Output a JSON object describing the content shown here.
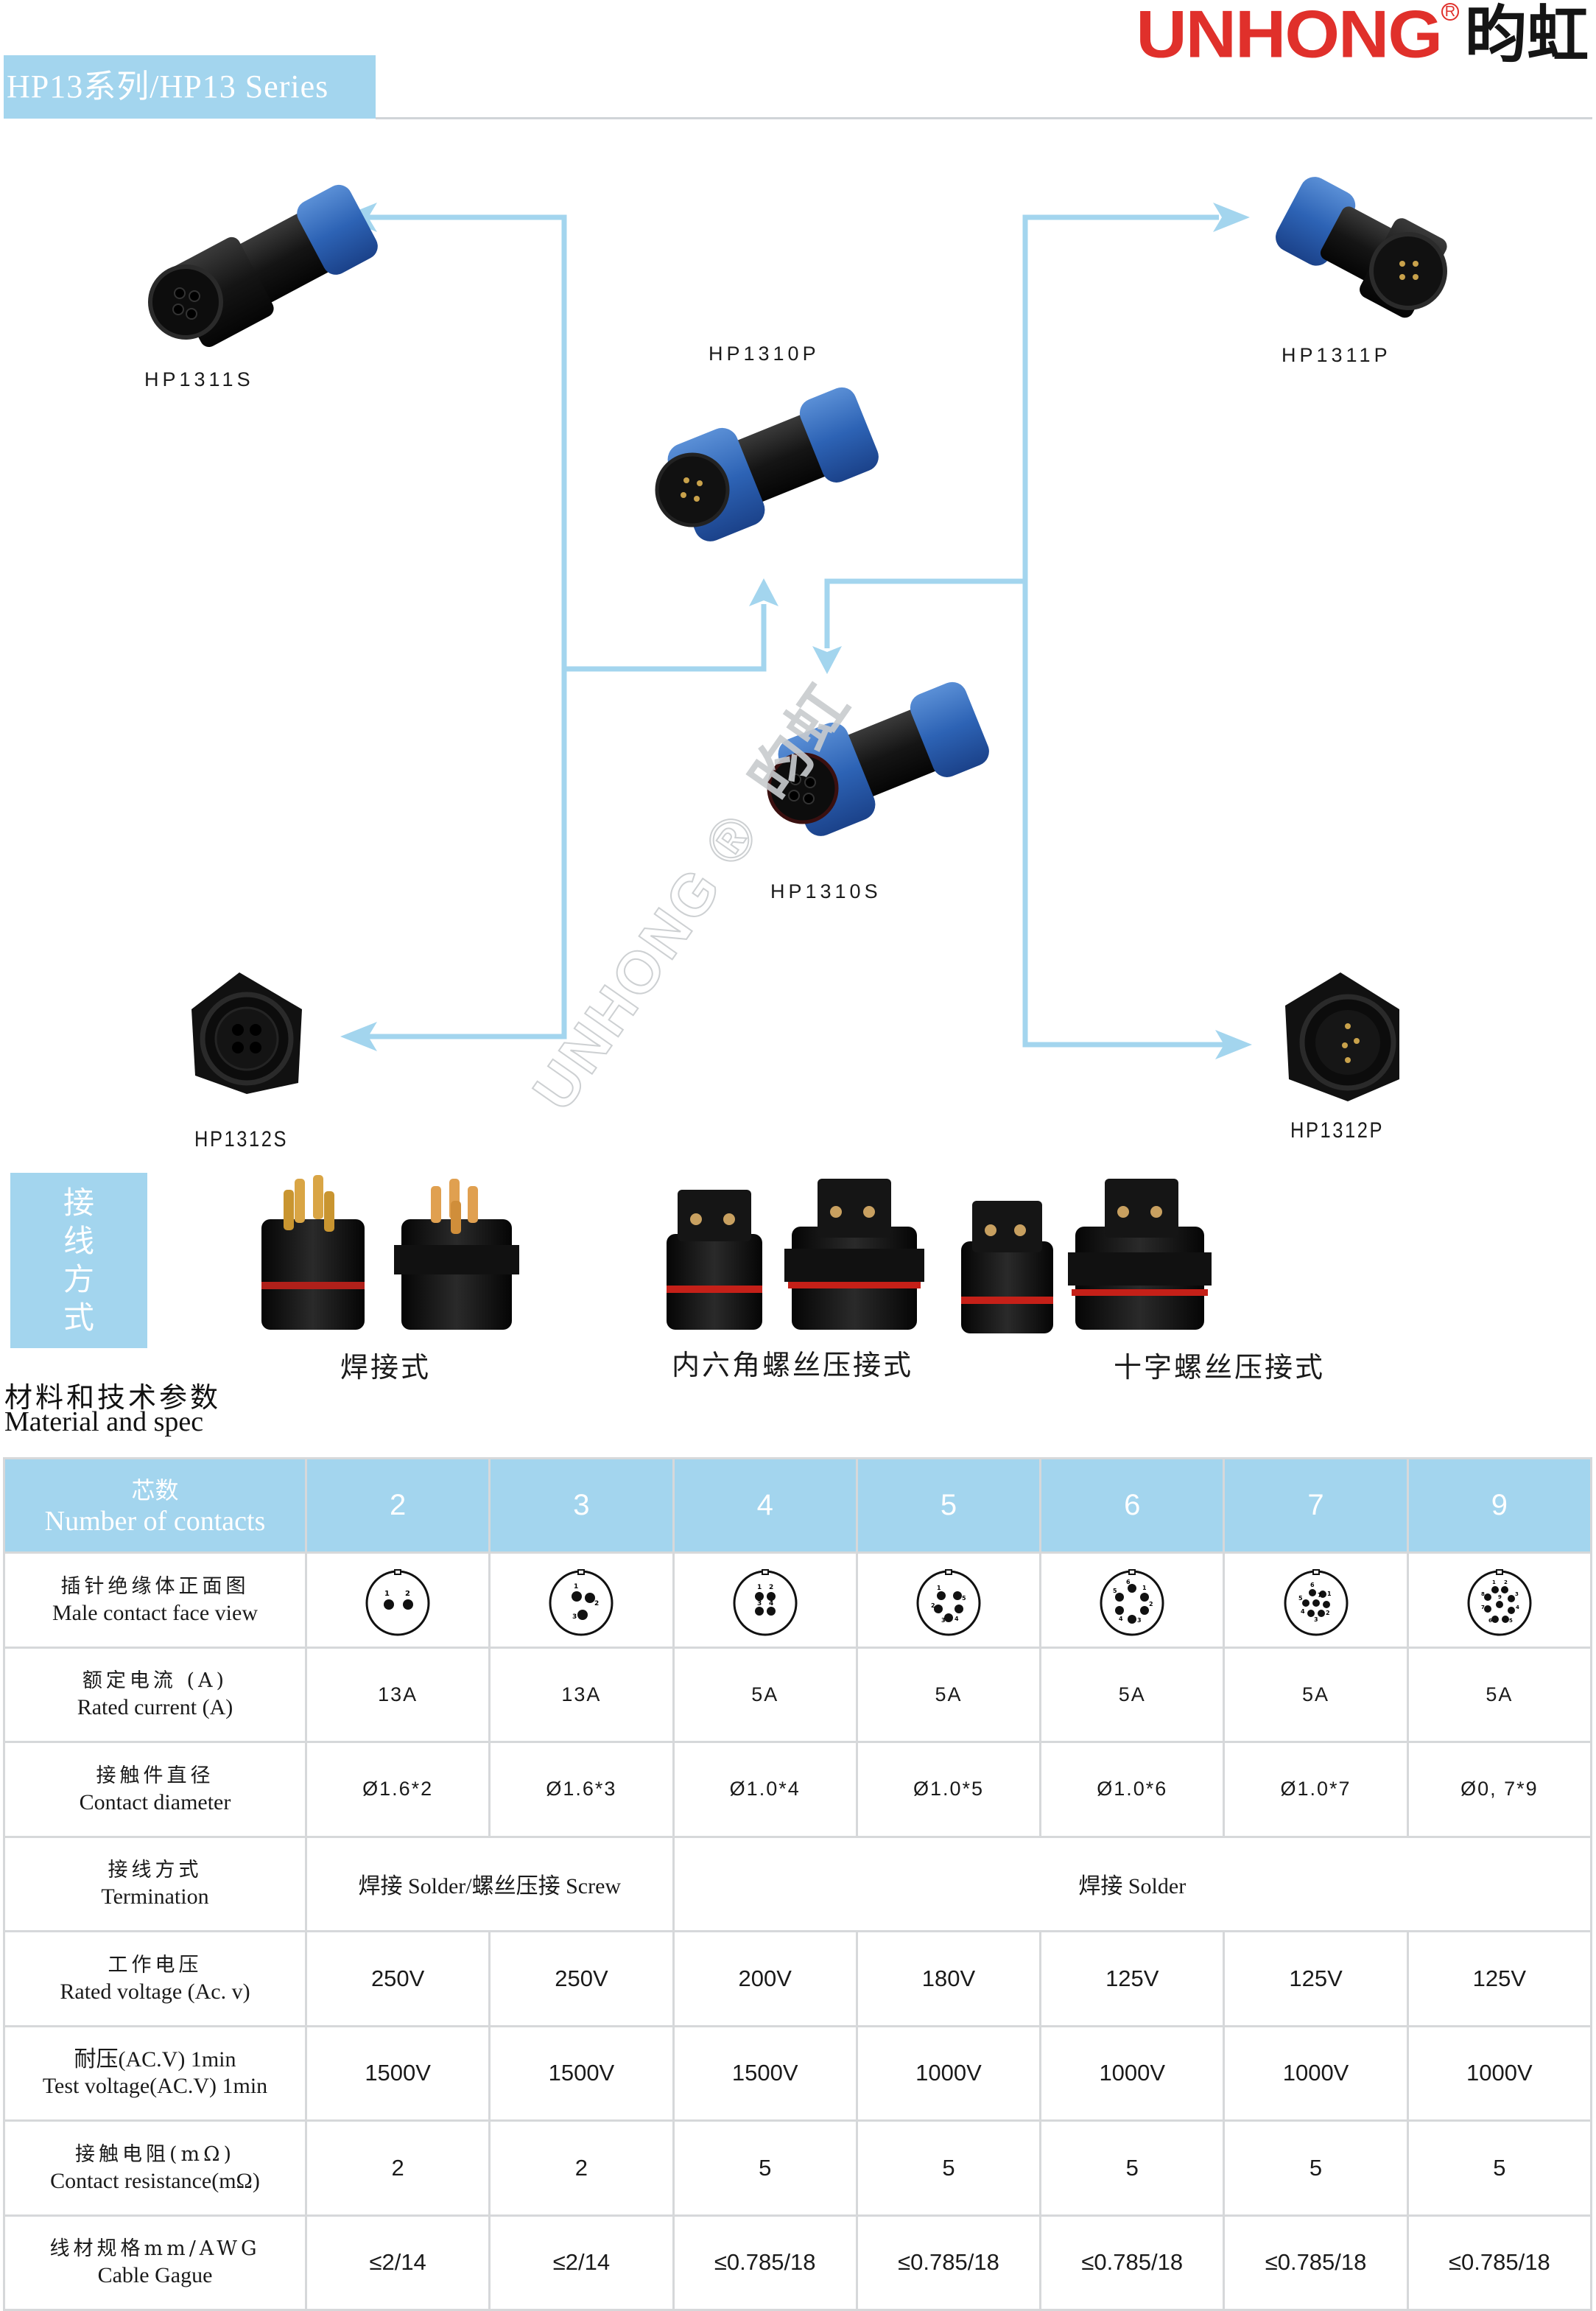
{
  "header": {
    "series_title": "HP13系列/HP13 Series",
    "logo_en": "UNHONG",
    "logo_reg": "R",
    "logo_cn": "昀虹"
  },
  "diagram": {
    "line_color": "#a3d5ee",
    "products": [
      {
        "id": "hp1311s",
        "label": "HP1311S",
        "type": "cable-female-socket"
      },
      {
        "id": "hp1310p",
        "label": "HP1310P",
        "type": "cable-male-plug"
      },
      {
        "id": "hp1311p",
        "label": "HP1311P",
        "type": "cable-male-socket"
      },
      {
        "id": "hp1310s",
        "label": "HP1310S",
        "type": "cable-female-plug"
      },
      {
        "id": "hp1312s",
        "label": "HP1312S",
        "type": "panel-female-socket"
      },
      {
        "id": "hp1312p",
        "label": "HP1312P",
        "type": "panel-male-socket"
      }
    ],
    "watermark_en": "UNHONG",
    "watermark_reg": "®",
    "watermark_cn": "昀虹"
  },
  "termination": {
    "tag_chars": [
      "接",
      "线",
      "方",
      "式"
    ],
    "methods": [
      {
        "label": "焊接式"
      },
      {
        "label": "内六角螺丝压接式"
      },
      {
        "label": "十字螺丝压接式"
      }
    ]
  },
  "spec": {
    "title_cn": "材料和技术参数",
    "title_en": "Material and spec",
    "header": {
      "label_cn": "芯数",
      "label_en": "Number of contacts",
      "columns": [
        "2",
        "3",
        "4",
        "5",
        "6",
        "7",
        "9"
      ]
    },
    "rows": {
      "face_view": {
        "label_cn": "插针绝缘体正面图",
        "label_en": "Male  contact face view"
      },
      "rated_current": {
        "label_cn": "额定电流 (A)",
        "label_en": "Rated current  (A)",
        "values": [
          "13A",
          "13A",
          "5A",
          "5A",
          "5A",
          "5A",
          "5A"
        ]
      },
      "contact_diameter": {
        "label_cn": "接触件直径",
        "label_en": "Contact diameter",
        "values": [
          "Ø1.6*2",
          "Ø1.6*3",
          "Ø1.0*4",
          "Ø1.0*5",
          "Ø1.0*6",
          "Ø1.0*7",
          "Ø0, 7*9"
        ]
      },
      "termination": {
        "label_cn": "接线方式",
        "label_en": "Termination",
        "values": [
          "焊接 Solder/螺丝压接 Screw",
          "焊接 Solder"
        ]
      },
      "rated_voltage": {
        "label_cn": "工作电压",
        "label_en": "Rated voltage (Ac. v)",
        "values": [
          "250V",
          "250V",
          "200V",
          "180V",
          "125V",
          "125V",
          "125V"
        ]
      },
      "test_voltage": {
        "label_cn": "耐压(AC.V) 1min",
        "label_en": "Test voltage(AC.V) 1min",
        "values": [
          "1500V",
          "1500V",
          "1500V",
          "1000V",
          "1000V",
          "1000V",
          "1000V"
        ]
      },
      "contact_resistance": {
        "label_cn": "接触电阻(mΩ)",
        "label_en": "Contact resistance(mΩ)",
        "values": [
          "2",
          "2",
          "5",
          "5",
          "5",
          "5",
          "5"
        ]
      },
      "cable_gauge": {
        "label_cn": "线材规格mm/AWG",
        "label_en": "Cable  Gague",
        "values": [
          "≤2/14",
          "≤2/14",
          "≤0.785/18",
          "≤0.785/18",
          "≤0.785/18",
          "≤0.785/18",
          "≤0.785/18"
        ]
      }
    }
  }
}
